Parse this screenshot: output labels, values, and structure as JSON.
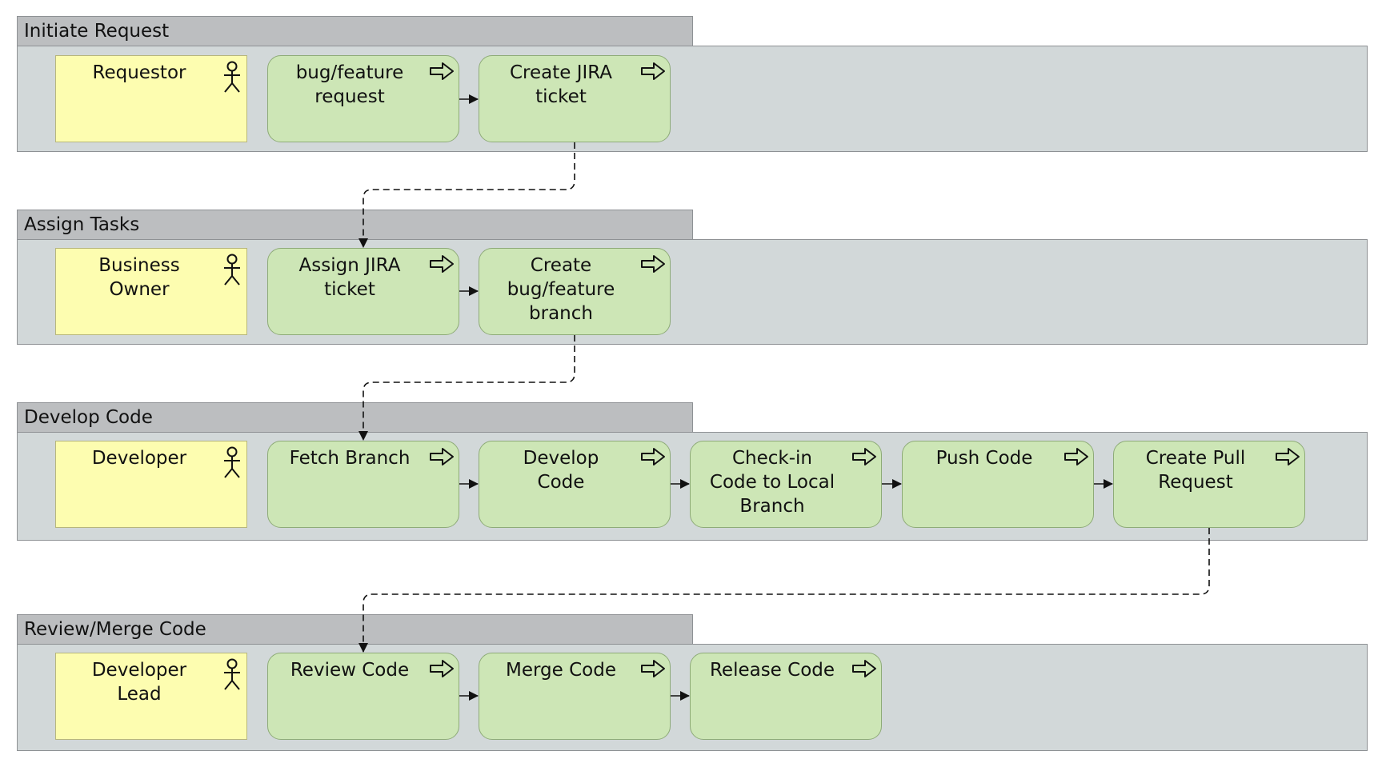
{
  "lanes": [
    {
      "title": "Initiate Request",
      "actor": "Requestor",
      "steps": [
        "bug/feature\nrequest",
        "Create JIRA\nticket"
      ]
    },
    {
      "title": "Assign Tasks",
      "actor": "Business\nOwner",
      "steps": [
        "Assign JIRA\nticket",
        "Create\nbug/feature\nbranch"
      ]
    },
    {
      "title": "Develop Code",
      "actor": "Developer",
      "steps": [
        "Fetch Branch",
        "Develop\nCode",
        "Check-in\nCode to Local\nBranch",
        "Push Code",
        "Create Pull\nRequest"
      ]
    },
    {
      "title": "Review/Merge Code",
      "actor": "Developer\nLead",
      "steps": [
        "Review Code",
        "Merge Code",
        "Release Code"
      ]
    }
  ],
  "icons": {
    "actor": "actor-stick-figure-icon",
    "process": "process-arrow-icon"
  },
  "colors": {
    "lane_tab": "#bcbec0",
    "lane_body": "#d2d8d9",
    "actor_fill": "#fdfdb0",
    "process_fill": "#cde6b6",
    "connector": "#111111"
  }
}
